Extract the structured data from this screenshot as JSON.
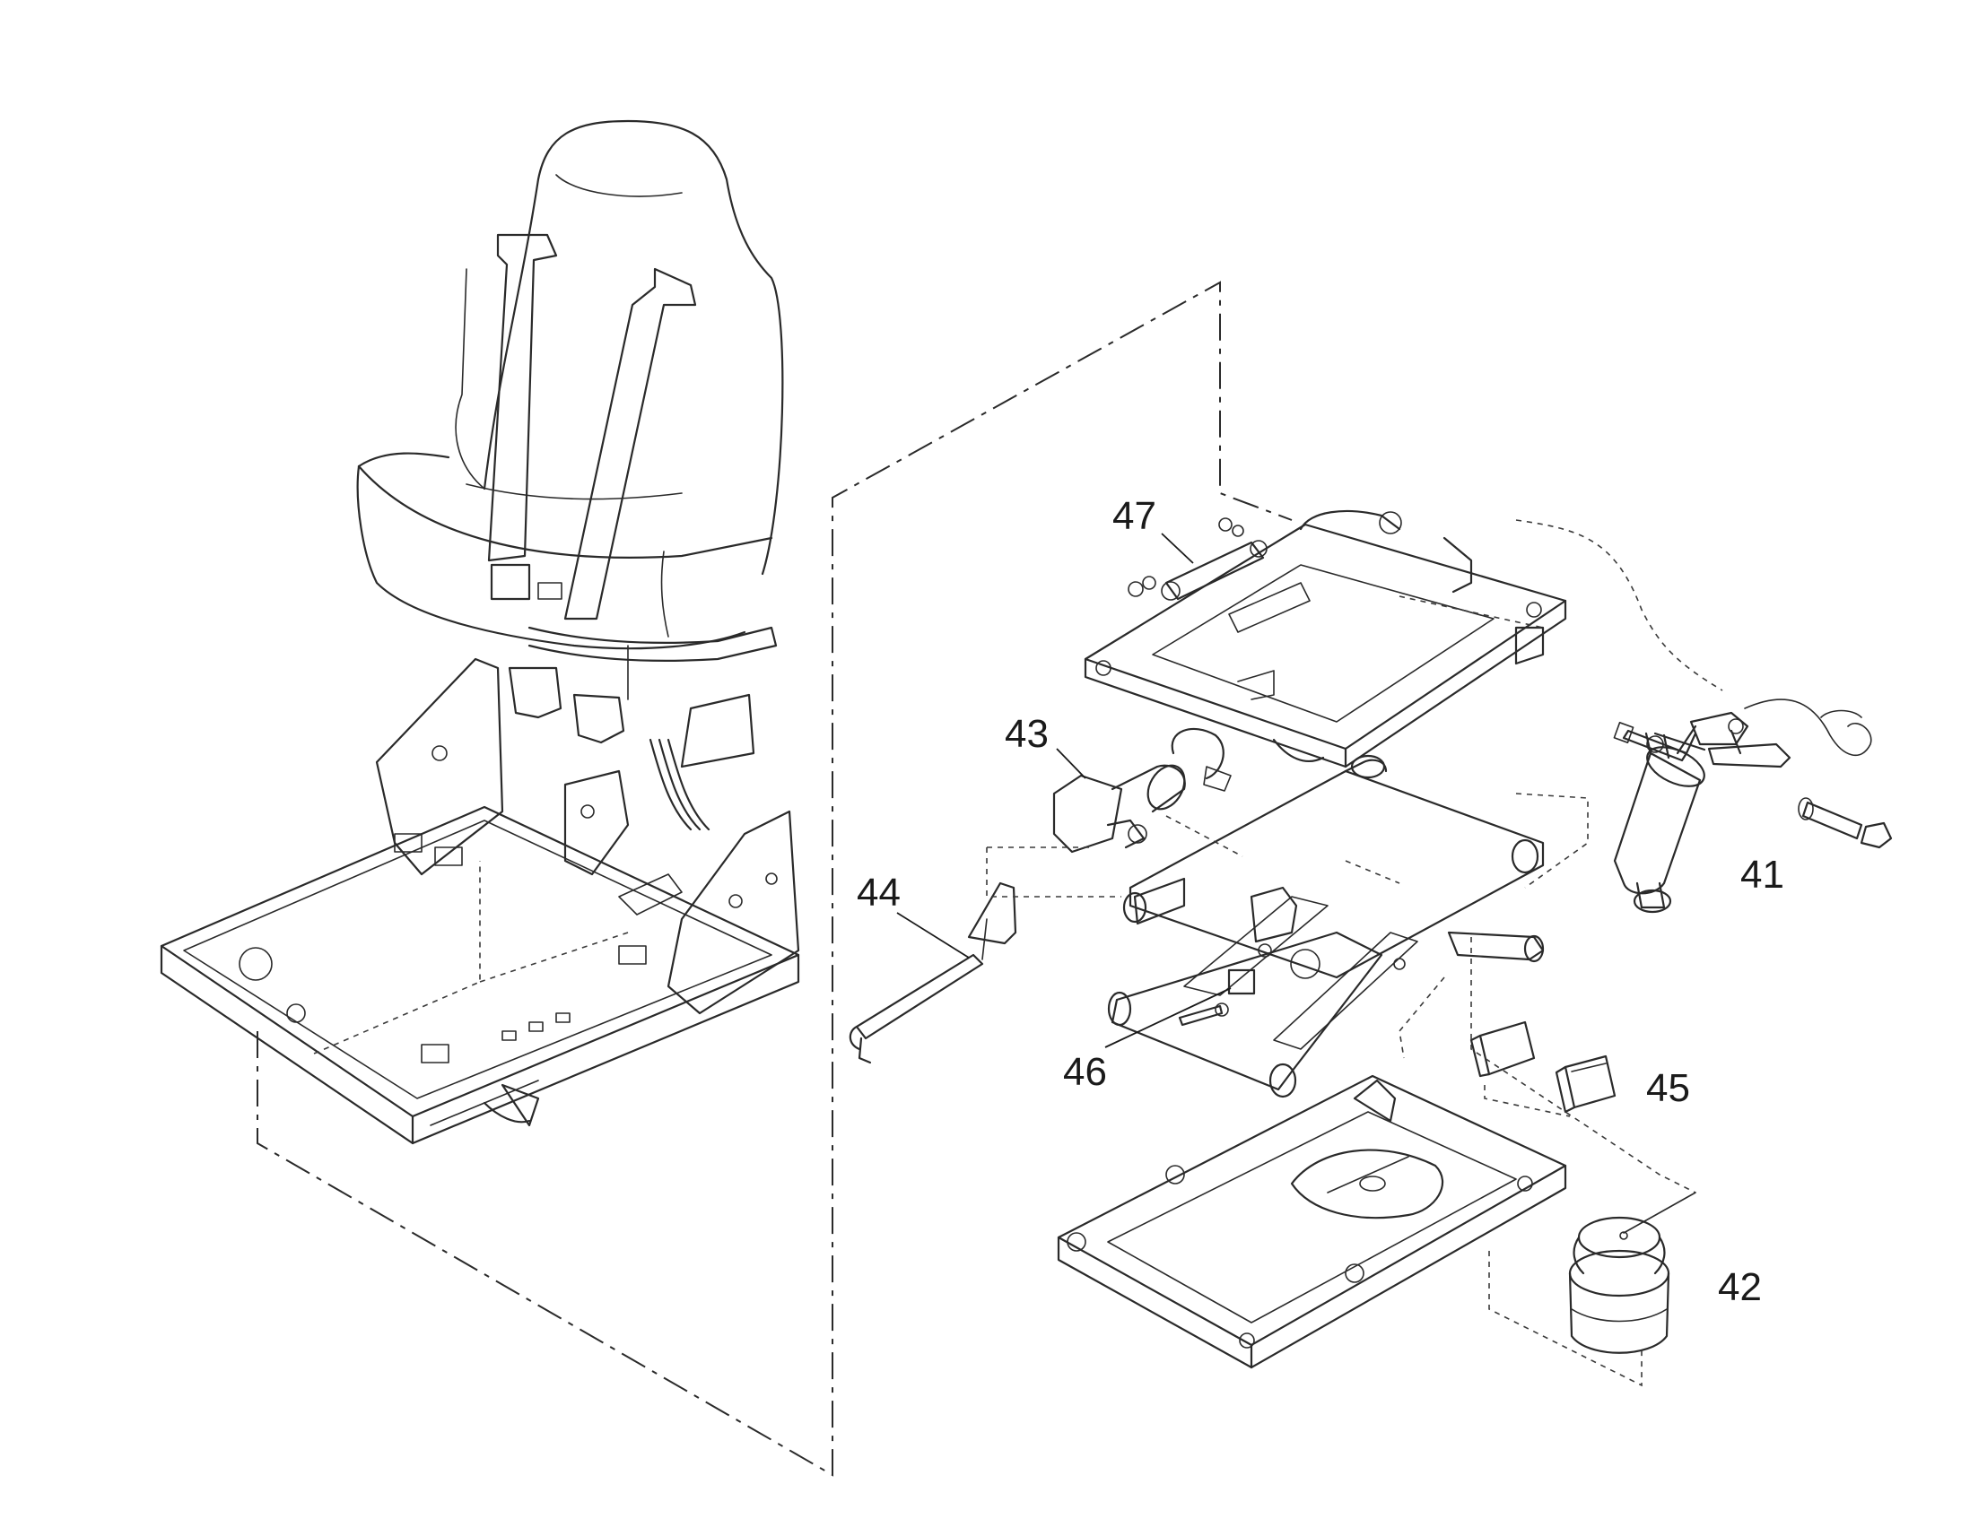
{
  "callouts": [
    {
      "id": "41",
      "label": "41"
    },
    {
      "id": "42",
      "label": "42"
    },
    {
      "id": "43",
      "label": "43"
    },
    {
      "id": "44",
      "label": "44"
    },
    {
      "id": "45",
      "label": "45"
    },
    {
      "id": "46",
      "label": "46"
    },
    {
      "id": "47",
      "label": "47"
    }
  ],
  "colors": {
    "line": "#2a2a2a",
    "background": "#ffffff"
  }
}
